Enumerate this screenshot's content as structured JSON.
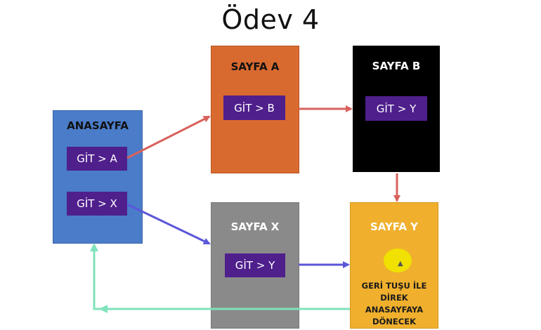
{
  "title": "Ödev 4",
  "pages": {
    "anasayfa": {
      "title": "ANASAYFA",
      "buttons": [
        "GİT > A",
        "GİT > X"
      ],
      "color": "#4a7cc9"
    },
    "sayfa_a": {
      "title": "SAYFA A",
      "button": "GİT > B",
      "color": "#d96a2f"
    },
    "sayfa_b": {
      "title": "SAYFA B",
      "button": "GİT > Y",
      "color": "#000000"
    },
    "sayfa_x": {
      "title": "SAYFA X",
      "button": "GİT > Y",
      "color": "#8a8a8a"
    },
    "sayfa_y": {
      "title": "SAYFA Y",
      "note_lines": [
        "GERİ TUŞU İLE",
        "DİREK",
        "ANASAYFAYA",
        "DÖNECEK"
      ],
      "color": "#f0b02e"
    }
  },
  "button_color": "#4f1f8c",
  "arrow_colors": {
    "red": "#d9615e",
    "blue": "#5b57d9",
    "green": "#7fe3bb"
  }
}
